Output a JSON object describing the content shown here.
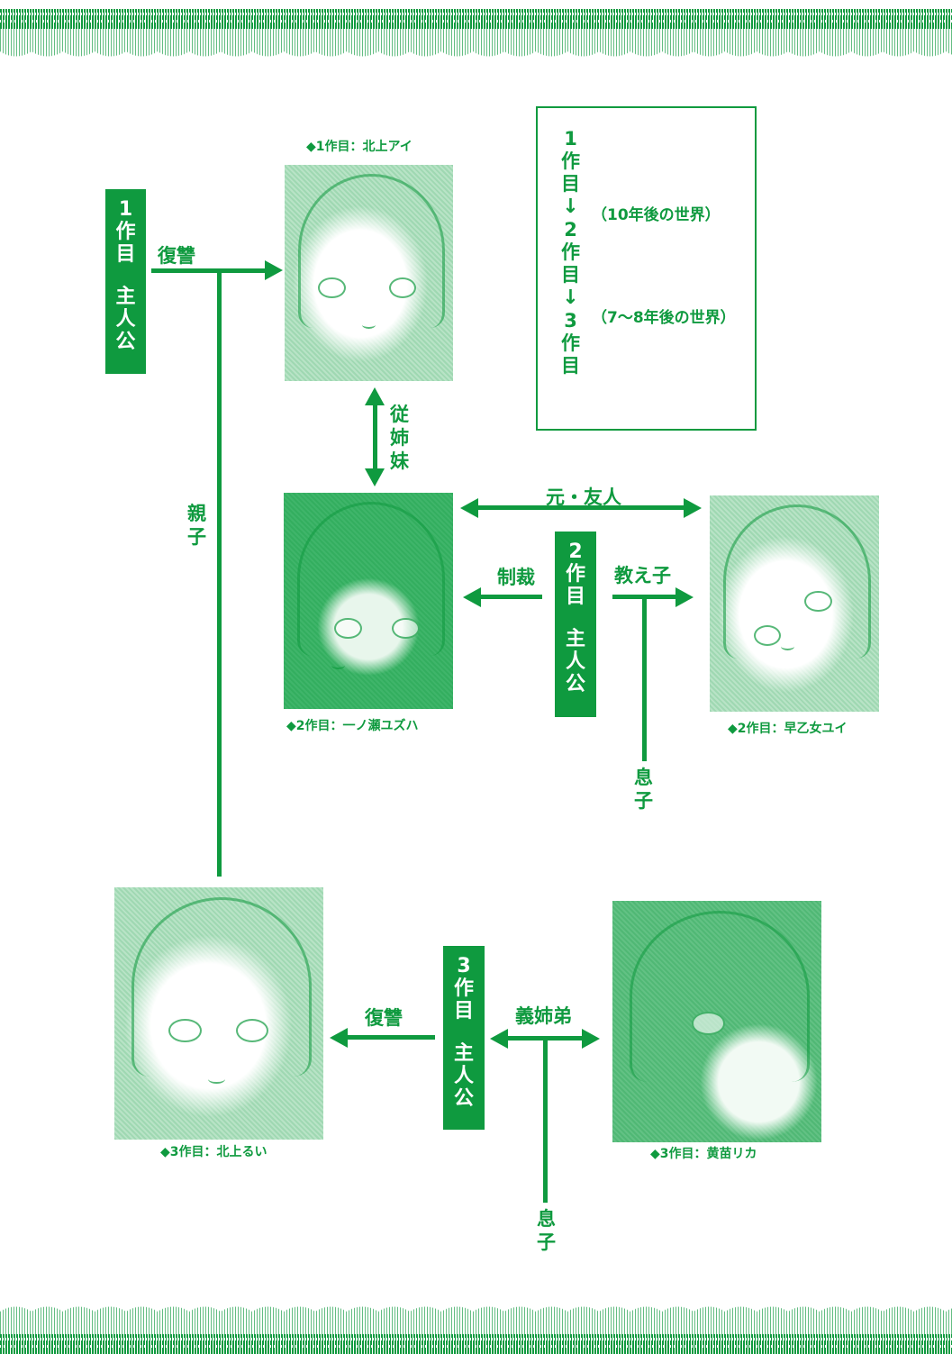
{
  "diagram": {
    "colors": {
      "accent": "#0f9a3f",
      "background": "#ffffff"
    },
    "timeline_box": {
      "entries": [
        {
          "num": "1",
          "chars": [
            "作",
            "目"
          ]
        },
        {
          "num": "2",
          "chars": [
            "作",
            "目"
          ]
        },
        {
          "num": "3",
          "chars": [
            "作",
            "目"
          ]
        }
      ],
      "arrow_glyph": "↓",
      "notes": [
        "（10年後の世界）",
        "（7〜8年後の世界）"
      ]
    },
    "protagonists": [
      {
        "id": "p1",
        "chars": [
          "1",
          "作",
          "目"
        ],
        "role": [
          "主",
          "人",
          "公"
        ]
      },
      {
        "id": "p2",
        "chars": [
          "2",
          "作",
          "目"
        ],
        "role": [
          "主",
          "人",
          "公"
        ]
      },
      {
        "id": "p3",
        "chars": [
          "3",
          "作",
          "目"
        ],
        "role": [
          "主",
          "人",
          "公"
        ]
      }
    ],
    "characters": [
      {
        "id": "ai",
        "caption": "◆1作目：北上アイ"
      },
      {
        "id": "yuzuha",
        "caption": "◆2作目：一ノ瀬ユズハ"
      },
      {
        "id": "yui",
        "caption": "◆2作目：早乙女ユイ"
      },
      {
        "id": "rui",
        "caption": "◆3作目：北上るい"
      },
      {
        "id": "rika",
        "caption": "◆3作目：黄苗リカ"
      }
    ],
    "relations": {
      "p1_to_ai": "復讐",
      "parent_child": [
        "親",
        "子"
      ],
      "ai_yuzuha": [
        "従",
        "姉",
        "妹"
      ],
      "yuzuha_yui": "元・友人",
      "p2_to_yuzuha": "制裁",
      "p2_to_yui": "教え子",
      "p2_son": [
        "息",
        "子"
      ],
      "p3_to_rui": "復讐",
      "p3_rika": "義姉弟",
      "p3_son": [
        "息",
        "子"
      ]
    }
  }
}
